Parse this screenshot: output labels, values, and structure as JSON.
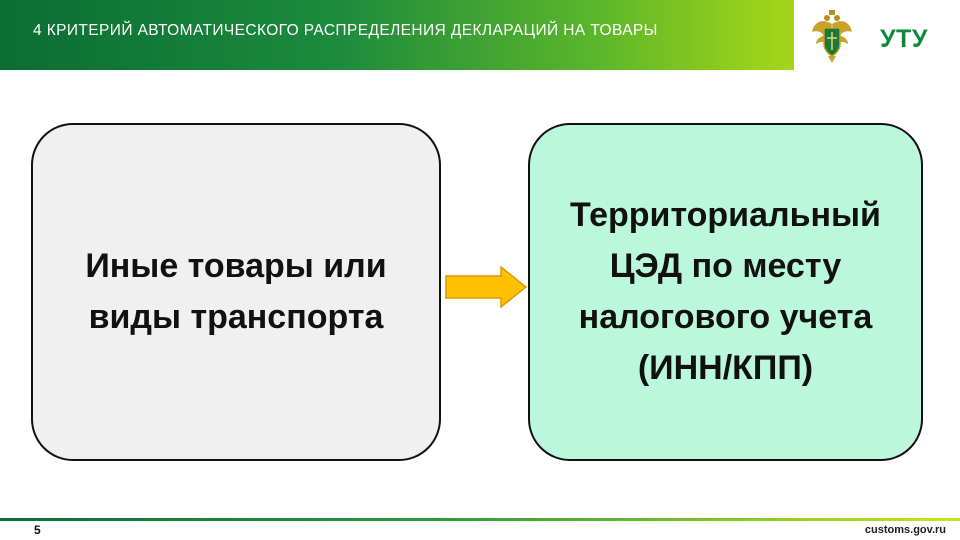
{
  "header": {
    "title": "4 КРИТЕРИЙ  АВТОМАТИЧЕСКОГО  РАСПРЕДЕЛЕНИЯ  ДЕКЛАРАЦИЙ  НА ТОВАРЫ",
    "logo_text": "УТУ",
    "emblem_icon": "customs-emblem-icon"
  },
  "diagram": {
    "left_box": {
      "lines": [
        "Иные товары или",
        "виды транспорта"
      ]
    },
    "right_box": {
      "lines": [
        "Территориальный",
        "ЦЭД по месту",
        "налогового учета",
        "(ИНН/КПП)"
      ]
    },
    "arrow_icon": "right-arrow-icon"
  },
  "footer": {
    "page_number": "5",
    "website": "customs.gov.ru"
  },
  "colors": {
    "left_box_fill": "#f0f0f0",
    "right_box_fill": "#baf7dc",
    "arrow_fill": "#ffc000",
    "brand_green": "#0e8a3a"
  }
}
